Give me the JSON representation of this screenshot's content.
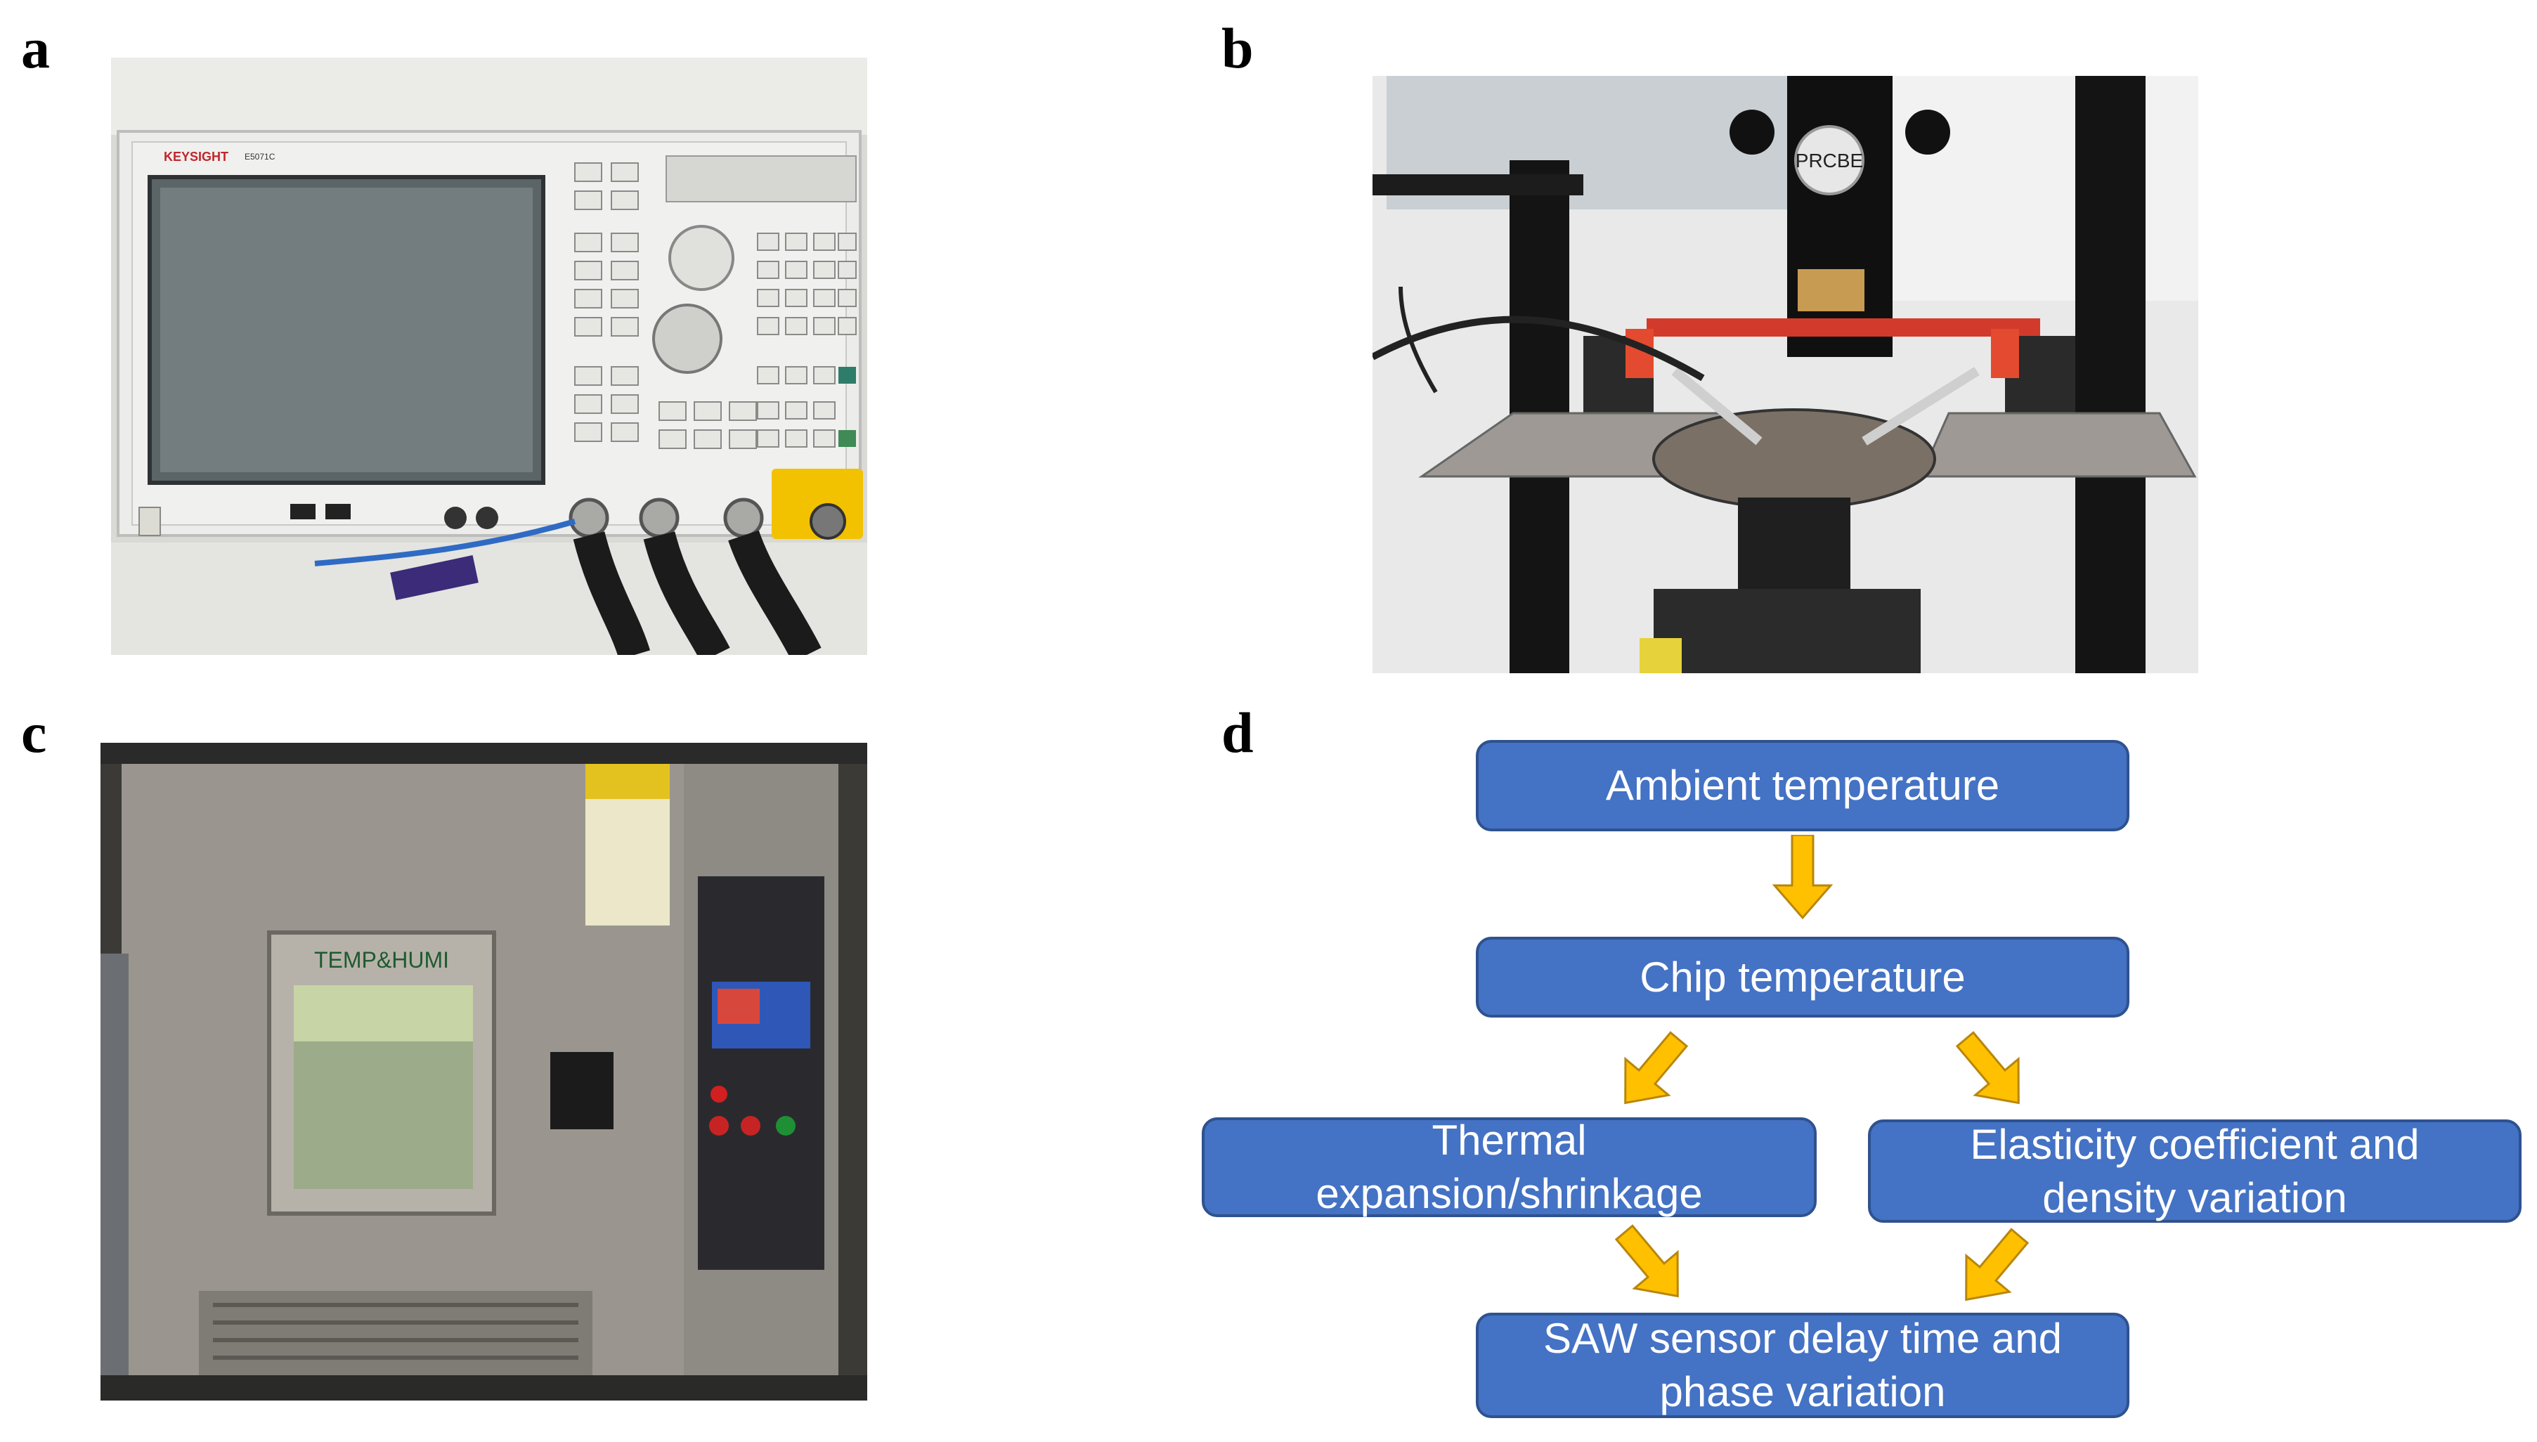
{
  "panels": {
    "a": {
      "letter": "a"
    },
    "b": {
      "letter": "b"
    },
    "c": {
      "letter": "c"
    },
    "d": {
      "letter": "d"
    }
  },
  "photo_a": {
    "brand": "KEYSIGHT",
    "model": "E5071C"
  },
  "photo_b": {
    "label": "PRCBE"
  },
  "photo_c": {
    "label": "TEMP&HUMI"
  },
  "flowchart": {
    "ambient": "Ambient temperature",
    "chip": "Chip temperature",
    "thermal_line1": "Thermal",
    "thermal_line2": "expansion/shrinkage",
    "elastic_line1": "Elasticity coefficient and",
    "elastic_line2": "density variation",
    "saw_line1": "SAW sensor delay time and",
    "saw_line2": "phase variation"
  },
  "colors": {
    "box_fill": "#4472c4",
    "box_border": "#2f528f",
    "arrow_fill": "#ffc000",
    "arrow_stroke": "#b8860b"
  }
}
